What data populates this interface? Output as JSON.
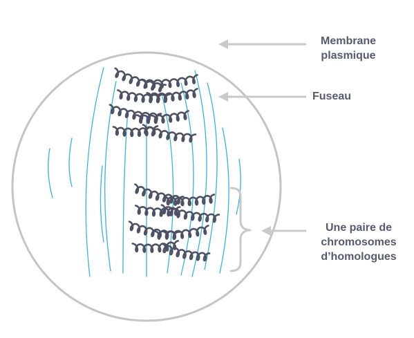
{
  "labels": {
    "membrane": [
      "Membrane",
      "plasmique"
    ],
    "fuseau": "Fuseau",
    "paire": [
      "Une paire de",
      "chromosomes",
      "d’homologues"
    ]
  },
  "colors": {
    "membrane": "#c4c4c4",
    "fibres": "#32b4e0",
    "chromosomes": "#4d5163",
    "arrows": "#c9c9c9",
    "text": "#555a6e"
  }
}
